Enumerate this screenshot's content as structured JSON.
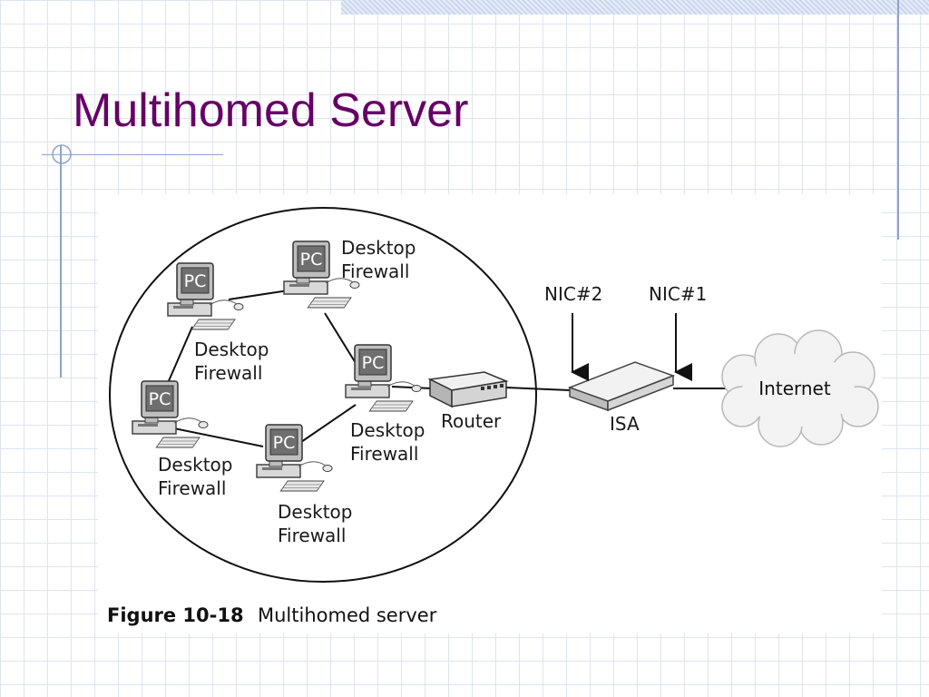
{
  "slide": {
    "title": "Multihomed Server",
    "accent_color": "#660066"
  },
  "diagram": {
    "pcs": [
      {
        "id": "pc-top-left",
        "icon_text": "PC",
        "label_line1": "Desktop",
        "label_line2": "Firewall"
      },
      {
        "id": "pc-top-right",
        "icon_text": "PC",
        "label_line1": "Desktop",
        "label_line2": "Firewall"
      },
      {
        "id": "pc-right",
        "icon_text": "PC",
        "label_line1": "Desktop",
        "label_line2": "Firewall"
      },
      {
        "id": "pc-left",
        "icon_text": "PC",
        "label_line1": "Desktop",
        "label_line2": "Firewall"
      },
      {
        "id": "pc-bottom",
        "icon_text": "PC",
        "label_line1": "Desktop",
        "label_line2": "Firewall"
      }
    ],
    "router": {
      "label": "Router"
    },
    "isa": {
      "label": "ISA"
    },
    "nics": [
      {
        "label": "NIC#2"
      },
      {
        "label": "NIC#1"
      }
    ],
    "cloud": {
      "label": "Internet"
    },
    "icon_names": [
      "pc-icon",
      "router-icon",
      "isa-server-icon",
      "internet-cloud-icon",
      "arrow-down-icon"
    ]
  },
  "figure_caption": {
    "number": "Figure 10-18",
    "text": "Multihomed server"
  }
}
